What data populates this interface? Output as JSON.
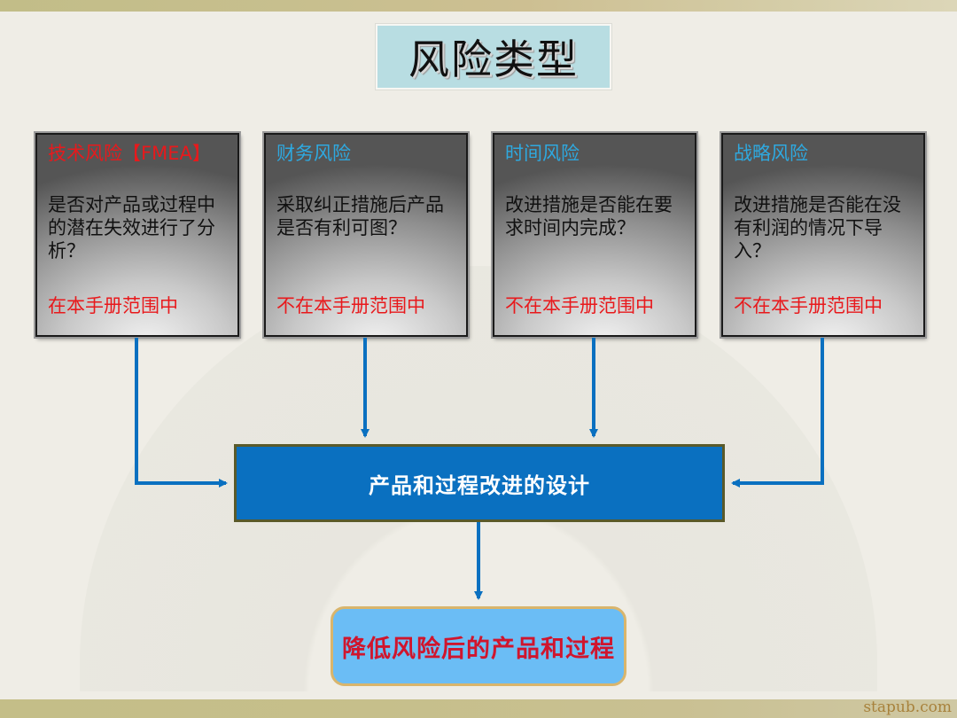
{
  "title": "风险类型",
  "colors": {
    "flow_blue": "#0a70c0",
    "risk_red": "#e8191c",
    "risk_cyan": "#2ea9e0",
    "result_bg": "#6bbdf5",
    "result_text": "#d0152d",
    "title_bg": "#b8dde2"
  },
  "risks": [
    {
      "title": "技术风险【FMEA】",
      "question": "是否对产品或过程中的潜在失效进行了分析？",
      "scope": "在本手册范围中",
      "title_color": "red"
    },
    {
      "title": "财务风险",
      "question": "采取纠正措施后产品是否有利可图？",
      "scope": "不在本手册范围中",
      "title_color": "cyan"
    },
    {
      "title": "时间风险",
      "question": "改进措施是否能在要求时间内完成？",
      "scope": "不在本手册范围中",
      "title_color": "cyan"
    },
    {
      "title": "战略风险",
      "question": "改进措施是否能在没有利润的情况下导入？",
      "scope": "不在本手册范围中",
      "title_color": "cyan"
    }
  ],
  "center": {
    "label": "产品和过程改进的设计"
  },
  "result": {
    "label": "降低风险后的产品和过程"
  },
  "footer": {
    "watermark": "stapub.com"
  }
}
